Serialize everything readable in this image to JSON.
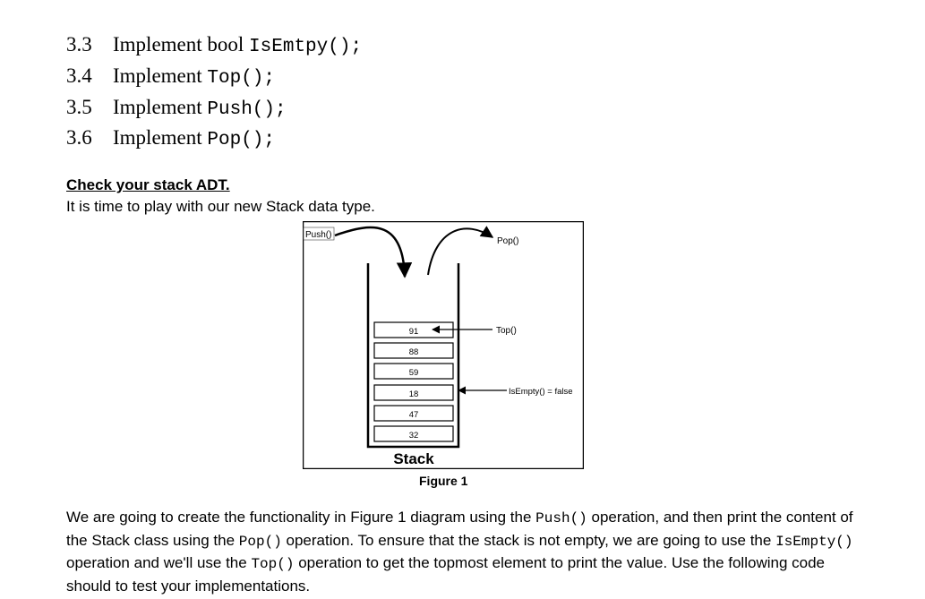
{
  "items": [
    {
      "num": "3.3",
      "text": "Implement bool ",
      "code": "IsEmtpy();"
    },
    {
      "num": "3.4",
      "text": "Implement ",
      "code": "Top();"
    },
    {
      "num": "3.5",
      "text": "Implement ",
      "code": "Push();"
    },
    {
      "num": "3.6",
      "text": "Implement ",
      "code": "Pop();"
    }
  ],
  "section": {
    "heading": "Check your stack ADT.",
    "intro": "It is time to play with our new Stack data type."
  },
  "figure": {
    "push_label": "Push()",
    "pop_label": "Pop()",
    "top_label": "Top()",
    "isempty_label": "IsEmpty() = false",
    "stack_label": "Stack",
    "values": [
      "91",
      "88",
      "59",
      "18",
      "47",
      "32"
    ],
    "caption": "Figure 1"
  },
  "paragraph": {
    "t1": "We are going to create the functionality in Figure 1 diagram using the ",
    "c1": "Push()",
    "t2": " operation, and then print the content of the Stack class using the ",
    "c2": "Pop()",
    "t3": " operation. To ensure that the stack is not empty, we are going to use the ",
    "c3": "IsEmpty()",
    "t4": " operation and we'll use the ",
    "c4": "Top()",
    "t5": " operation to get the topmost element to print the value. Use the following code should to test your implementations."
  }
}
